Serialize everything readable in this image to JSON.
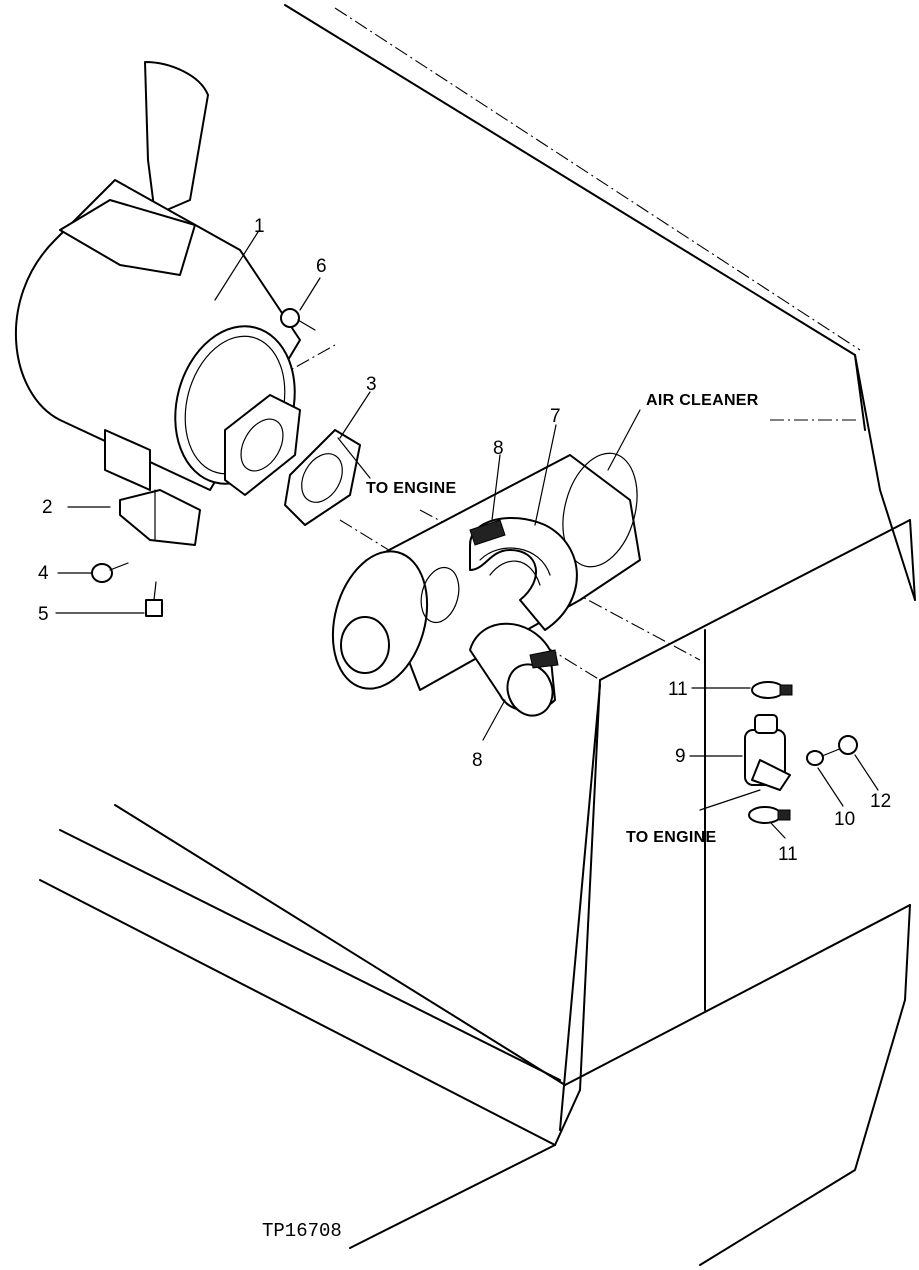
{
  "diagram": {
    "callouts": {
      "c1": "1",
      "c2": "2",
      "c3": "3",
      "c4": "4",
      "c5": "5",
      "c6": "6",
      "c7": "7",
      "c8a": "8",
      "c8b": "8",
      "c9": "9",
      "c10": "10",
      "c11a": "11",
      "c11b": "11",
      "c12": "12"
    },
    "labels": {
      "to_engine_top": "TO ENGINE",
      "air_cleaner": "AIR CLEANER",
      "to_engine_bottom": "TO ENGINE"
    },
    "figure_code": "TP16708"
  }
}
